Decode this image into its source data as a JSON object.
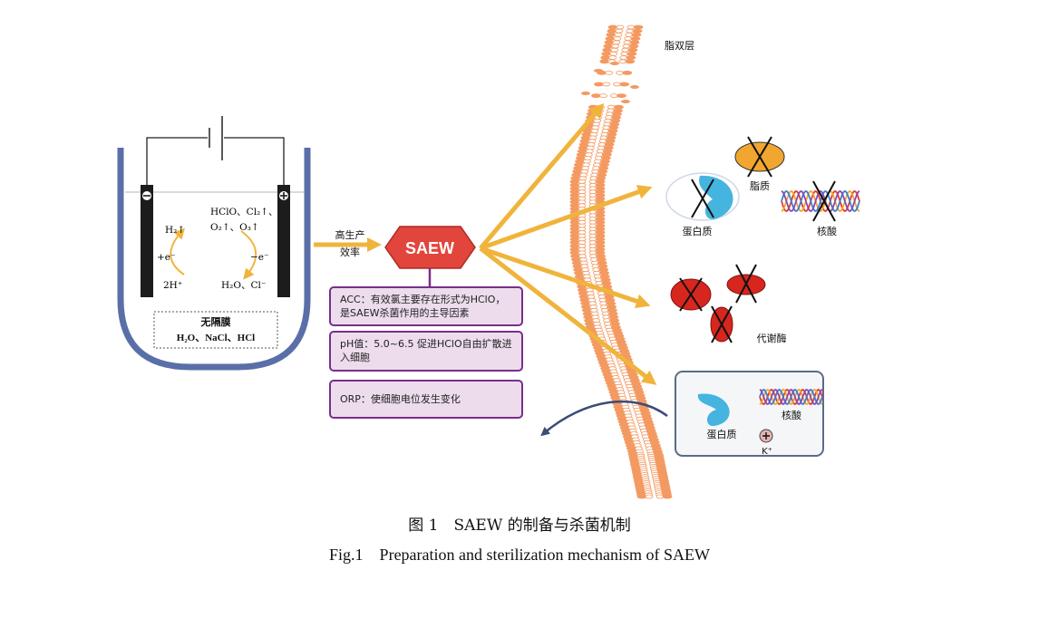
{
  "cell": {
    "hydrogen": "H₂↑",
    "cathode_reaction": "+e⁻",
    "proton": "2H⁺",
    "anode_products_line1": "HClO、Cl₂↑、",
    "anode_products_line2": "O₂↑、O₃↑",
    "anode_reaction": "−e⁻",
    "anode_reactants": "H₂O、Cl⁻",
    "no_membrane": "无隔膜",
    "electrolyte": "H₂O、NaCl、HCl",
    "neg_symbol": "⊖",
    "pos_symbol": "⊕"
  },
  "arrow_label_line1": "高生产",
  "arrow_label_line2": "效率",
  "saew_label": "SAEW",
  "mechanisms": [
    {
      "text": "ACC：有效氯主要存在形式为HClO，是SAEW杀菌作用的主导因素"
    },
    {
      "text": "pH值：5.0~6.5 促进HClO自由扩散进入细胞"
    },
    {
      "text": "ORP：使细胞电位发生变化"
    }
  ],
  "targets": {
    "lipid_bilayer": "脂双层",
    "lipid": "脂质",
    "protein": "蛋白质",
    "nucleic_acid": "核酸",
    "metabolic_enzyme": "代谢酶",
    "inner_protein": "蛋白质",
    "inner_nucleic_acid": "核酸",
    "potassium": "K⁺"
  },
  "caption_cn": "图 1　SAEW 的制备与杀菌机制",
  "caption_en": "Fig.1　Preparation and sterilization mechanism of SAEW",
  "colors": {
    "arrow": "#f0b43c",
    "saew_fill": "#e2453b",
    "box_border": "#7a2d8c",
    "box_fill": "#ecdcec",
    "tank": "#5a6fa8",
    "membrane": "#f39a62",
    "protein": "#45b4de",
    "lipid": "#f1a630",
    "enzyme": "#d7261e"
  }
}
